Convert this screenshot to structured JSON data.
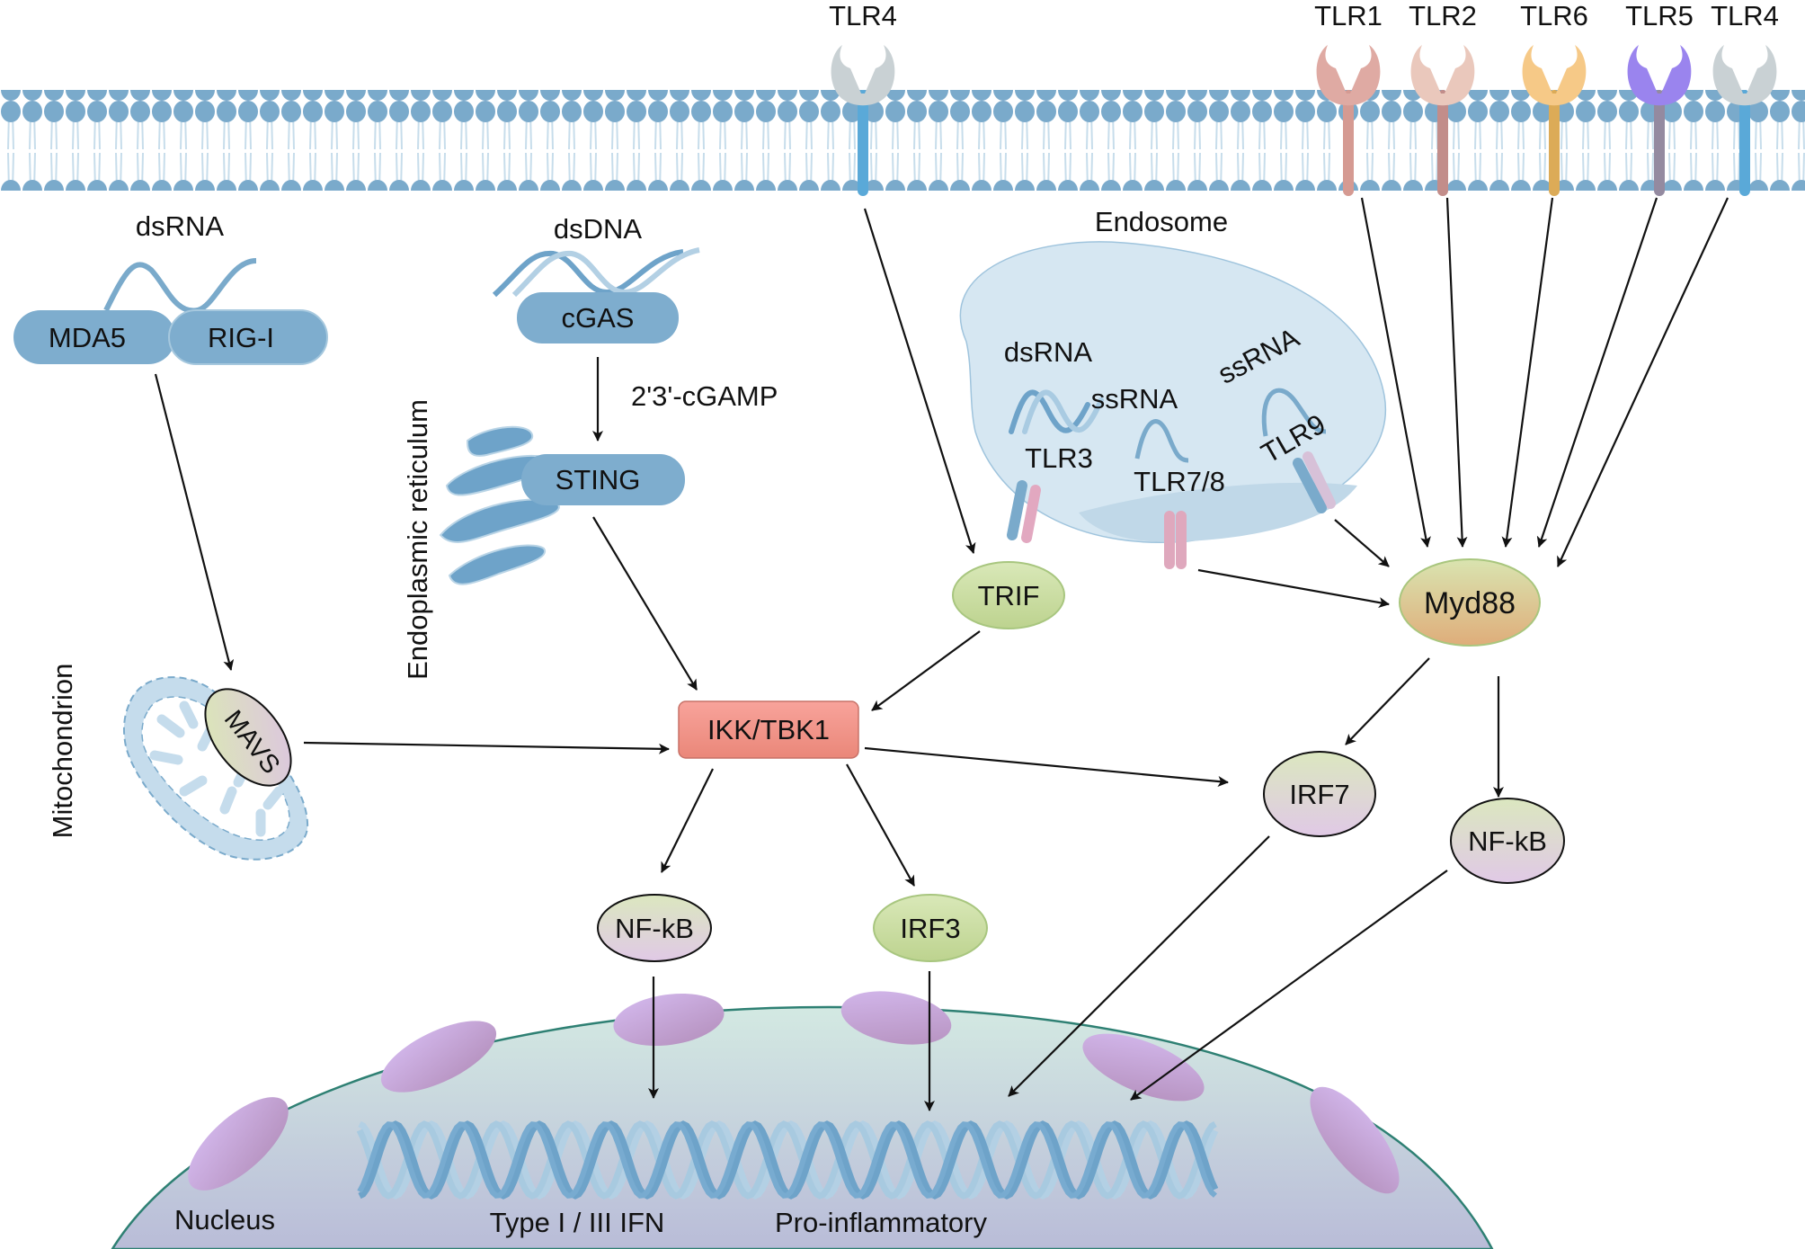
{
  "title": "Innate immune nucleic-acid and TLR sensing pathways",
  "colors": {
    "membrane_head": "#7aaacb",
    "membrane_tail": "#c5dceb",
    "pill_blue": "#7eadce",
    "ikk_fill": "#f2998f",
    "green_node": "#c8dca0",
    "myd88_top": "#d9e4b0",
    "myd88_bottom": "#dfae78",
    "nucleus_top": "#d3e9e2",
    "nucleus_bottom": "#bbbfd8",
    "nucleus_border": "#2e8073",
    "pore": "#c4a6d9",
    "endosome": "#d6e7f2",
    "arrow": "#111111"
  },
  "membrane_receptors": [
    {
      "label": "TLR4",
      "head_color": "#c9d1d4",
      "stalk_color": "#5aa9d8"
    },
    {
      "label": "TLR1",
      "head_color": "#dfaaa3",
      "stalk_color": "#d59a92"
    },
    {
      "label": "TLR2",
      "head_color": "#eac8bc",
      "stalk_color": "#c28d8a"
    },
    {
      "label": "TLR6",
      "head_color": "#f6c987",
      "stalk_color": "#dcab57"
    },
    {
      "label": "TLR5",
      "head_color": "#9a84ee",
      "stalk_color": "#948aa0"
    },
    {
      "label": "TLR4",
      "head_color": "#c9d1d4",
      "stalk_color": "#5aa9d8"
    }
  ],
  "cytosolic_sensors": {
    "dsrna_label": "dsRNA",
    "mda5": "MDA5",
    "rig_i": "RIG-I",
    "dsdna_label": "dsDNA",
    "cgas": "cGAS",
    "cgamp_label": "2'3'-cGAMP",
    "sting": "STING"
  },
  "organelles": {
    "er_label": "Endoplasmic reticulum",
    "mito_label": "Mitochondrion",
    "mavs": "MAVS",
    "endosome_label": "Endosome",
    "nucleus_label": "Nucleus"
  },
  "endosome_contents": {
    "dsrna": "dsRNA",
    "ssrna_1": "ssRNA",
    "ssrna_2": "ssRNA",
    "tlr3": "TLR3",
    "tlr78": "TLR7/8",
    "tlr9": "TLR9"
  },
  "adaptors": {
    "trif": "TRIF",
    "myd88": "Myd88",
    "ikk_tbk1": "IKK/TBK1"
  },
  "transcription_factors": {
    "nfkb_left": "NF-kB",
    "irf3": "IRF3",
    "irf7": "IRF7",
    "nfkb_right": "NF-kB"
  },
  "outputs": {
    "ifn": "Type I / III IFN",
    "proinflammatory": "Pro-inflammatory"
  },
  "edges": [
    [
      "TLR4 (membrane)",
      "TRIF"
    ],
    [
      "TLR1",
      "Myd88"
    ],
    [
      "TLR2",
      "Myd88"
    ],
    [
      "TLR6",
      "Myd88"
    ],
    [
      "TLR5",
      "Myd88"
    ],
    [
      "TLR4 (right)",
      "Myd88"
    ],
    [
      "TLR7/8",
      "Myd88"
    ],
    [
      "TLR9",
      "Myd88"
    ],
    [
      "MDA5/RIG-I",
      "MAVS"
    ],
    [
      "cGAS",
      "STING"
    ],
    [
      "STING",
      "IKK/TBK1"
    ],
    [
      "MAVS",
      "IKK/TBK1"
    ],
    [
      "TRIF",
      "IKK/TBK1"
    ],
    [
      "IKK/TBK1",
      "NF-kB"
    ],
    [
      "IKK/TBK1",
      "IRF3"
    ],
    [
      "IKK/TBK1",
      "IRF7"
    ],
    [
      "Myd88",
      "IRF7"
    ],
    [
      "Myd88",
      "NF-kB"
    ],
    [
      "NF-kB",
      "Nucleus"
    ],
    [
      "IRF3",
      "Nucleus"
    ],
    [
      "IRF7",
      "Nucleus"
    ],
    [
      "NF-kB (right)",
      "Nucleus"
    ]
  ]
}
